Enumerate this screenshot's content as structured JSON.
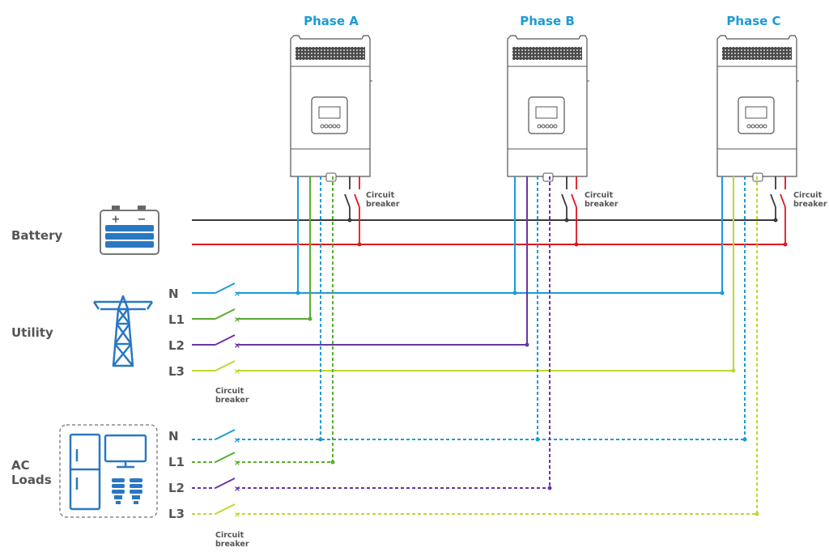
{
  "phases": [
    {
      "label": "Phase A"
    },
    {
      "label": "Phase B"
    },
    {
      "label": "Phase C"
    }
  ],
  "groups": {
    "battery": "Battery",
    "utility": "Utility",
    "ac_loads_line1": "AC",
    "ac_loads_line2": "Loads"
  },
  "utility_wires": [
    "N",
    "L1",
    "L2",
    "L3"
  ],
  "load_wires": [
    "N",
    "L1",
    "L2",
    "L3"
  ],
  "breaker_label": {
    "line1": "Circuit",
    "line2": "breaker"
  },
  "battery_symbols": {
    "plus": "+",
    "minus": "−"
  },
  "colors": {
    "neutral": "#1b9bd7",
    "l1": "#5aac2e",
    "l2": "#6a35a3",
    "l3": "#bed82e",
    "battery_positive": "#e0161f",
    "battery_negative": "#3a3a3a",
    "phase_title": "#1b9bd7",
    "icon_blue": "#2a78c2",
    "label_gray": "#555555"
  }
}
